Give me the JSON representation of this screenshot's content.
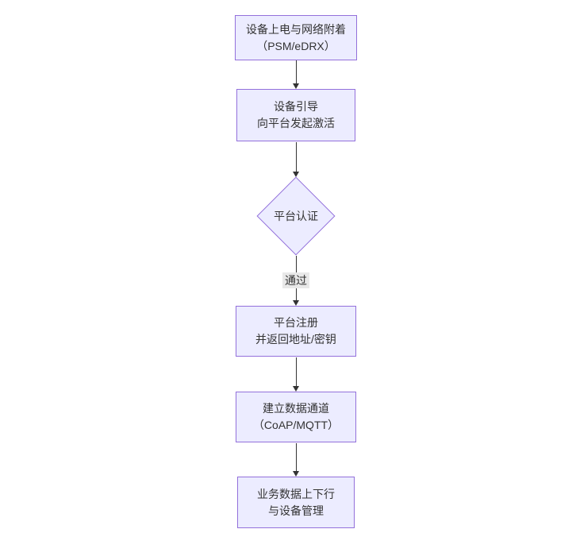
{
  "diagram": {
    "type": "flowchart-top-down",
    "background": "#ffffff",
    "colors": {
      "node_fill": "#ECECFF",
      "node_border": "#9370DB",
      "edge_line": "#333333",
      "edge_label_bg": "#e8e8e8",
      "text": "#333333"
    },
    "nodes": [
      {
        "id": "n1",
        "shape": "rect",
        "line1": "设备上电与网络附着",
        "line2": "（PSM/eDRX）"
      },
      {
        "id": "n2",
        "shape": "rect",
        "line1": "设备引导",
        "line2": "向平台发起激活"
      },
      {
        "id": "n3",
        "shape": "diamond",
        "line1": "平台认证",
        "line2": ""
      },
      {
        "id": "n4",
        "shape": "rect",
        "line1": "平台注册",
        "line2": "并返回地址/密钥"
      },
      {
        "id": "n5",
        "shape": "rect",
        "line1": "建立数据通道",
        "line2": "（CoAP/MQTT）"
      },
      {
        "id": "n6",
        "shape": "rect",
        "line1": "业务数据上下行",
        "line2": "与设备管理"
      }
    ],
    "edges": [
      {
        "from": "n1",
        "to": "n2",
        "label": ""
      },
      {
        "from": "n2",
        "to": "n3",
        "label": ""
      },
      {
        "from": "n3",
        "to": "n4",
        "label": "通过"
      },
      {
        "from": "n4",
        "to": "n5",
        "label": ""
      },
      {
        "from": "n5",
        "to": "n6",
        "label": ""
      }
    ]
  }
}
